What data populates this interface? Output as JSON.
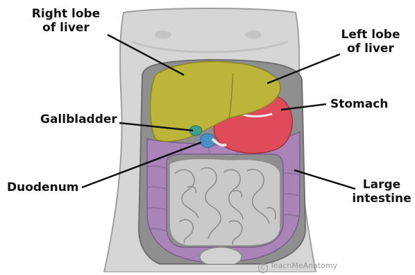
{
  "labels": {
    "right_lobe_line1": "Right lobe",
    "right_lobe_line2": "of liver",
    "left_lobe_line1": "Left lobe",
    "left_lobe_line2": "of liver",
    "stomach": "Stomach",
    "gallbladder": "Gallbladder",
    "duodenum": "Duodenum",
    "large_intestine_line1": "Large",
    "large_intestine_line2": "intestine"
  },
  "credit": {
    "symbol": "C",
    "brand": "TeachMeAnatomy"
  },
  "colors": {
    "liver": "#bdb53a",
    "stomach": "#e04b5a",
    "gallbladder": "#3fa08a",
    "duodenum": "#4a8fc8",
    "large_intestine": "#a884b8",
    "small_intestine": "#c9c9c9",
    "body": "#d4d4d4"
  }
}
